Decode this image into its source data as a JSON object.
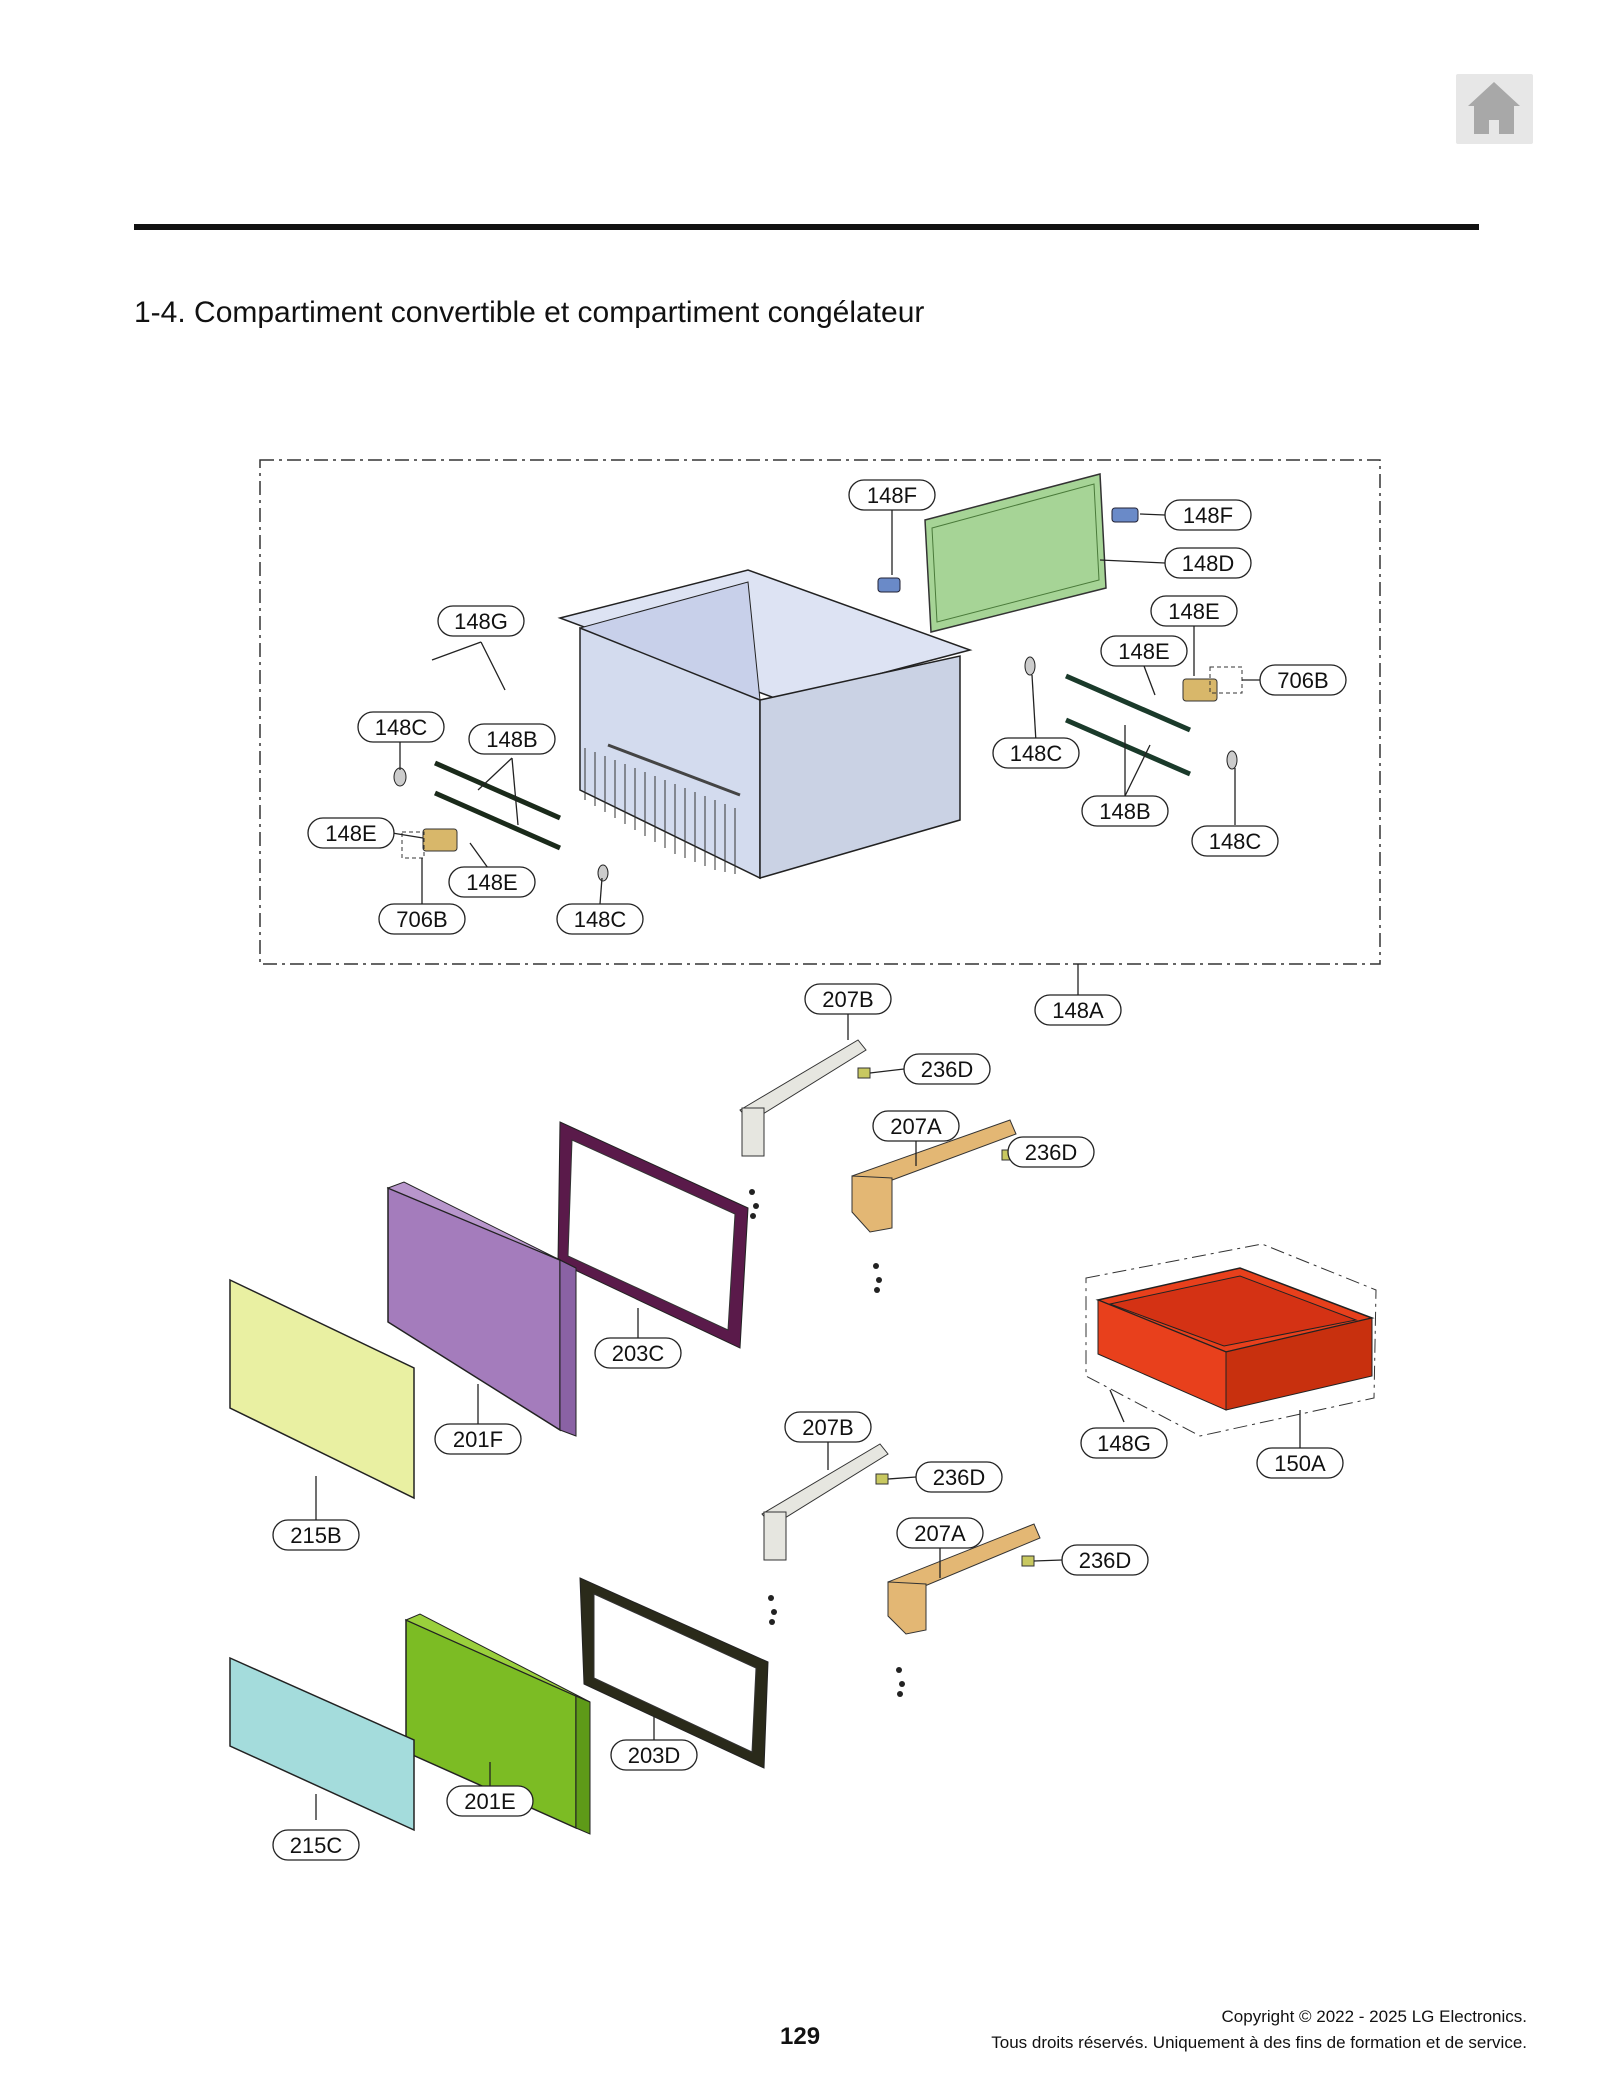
{
  "header": {
    "home_icon": "home-icon",
    "section_title": "1-4. Compartiment convertible et compartiment congélateur"
  },
  "parts": {
    "148F_top": "148F",
    "148F_right": "148F",
    "148D": "148D",
    "148E_upper_right": "148E",
    "148E_right": "148E",
    "706B_right": "706B",
    "148G": "148G",
    "148C_left": "148C",
    "148B_left": "148B",
    "148C_mid_right": "148C",
    "148B_right": "148B",
    "148C_far_right": "148C",
    "148E_left": "148E",
    "148E_lower_left": "148E",
    "706B_left": "706B",
    "148C_bottom": "148C",
    "148A": "148A",
    "207B_upper": "207B",
    "236D_1": "236D",
    "207A_upper": "207A",
    "236D_2": "236D",
    "203C": "203C",
    "201F": "201F",
    "215B": "215B",
    "148G_bin": "148G",
    "150A": "150A",
    "207B_lower": "207B",
    "236D_3": "236D",
    "207A_lower": "207A",
    "236D_4": "236D",
    "203D": "203D",
    "201E": "201E",
    "215C": "215C"
  },
  "colors": {
    "tub_top": "#d3dbee",
    "cover_green": "#a6d496",
    "door_purple": "#a47cbc",
    "panel_yellow": "#e9f0a2",
    "gasket_purple": "#5a1a4a",
    "bin_red": "#e8401c",
    "door_green": "#7cbc24",
    "panel_cyan": "#a4dcdc",
    "rail_gold": "#e3b774",
    "rail_grey": "#e6e6e0"
  },
  "footer": {
    "page_number": "129",
    "copyright_line1": "Copyright © 2022 - 2025 LG Electronics.",
    "copyright_line2": "Tous droits réservés. Uniquement à des fins de formation et de service."
  }
}
